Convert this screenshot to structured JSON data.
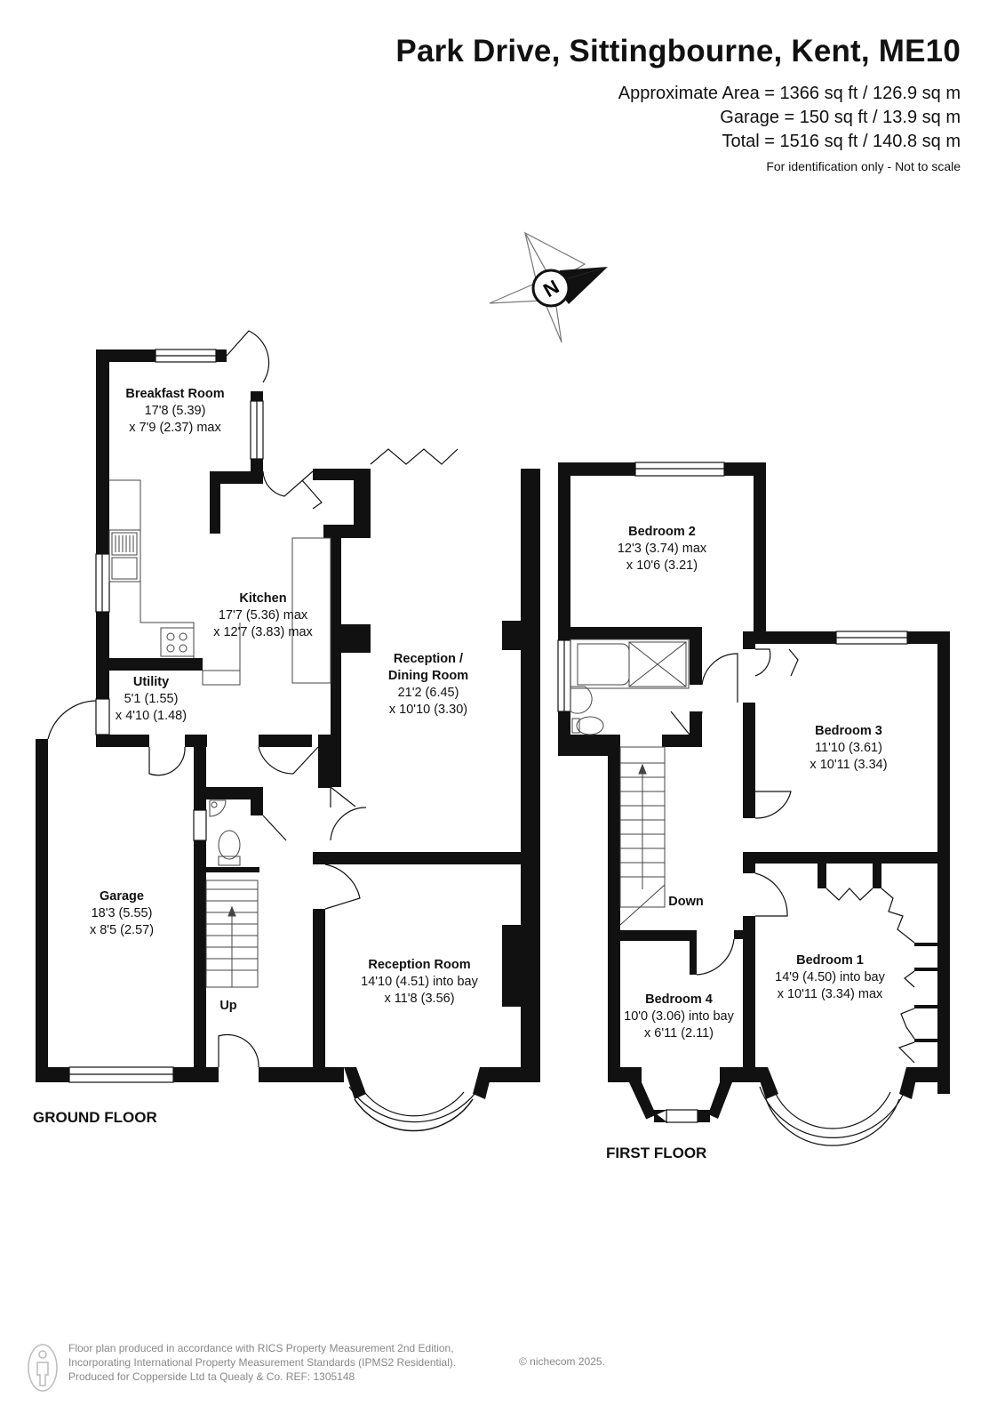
{
  "header": {
    "title": "Park Drive, Sittingbourne, Kent, ME10",
    "area_lines": [
      "Approximate Area = 1366 sq ft / 126.9 sq m",
      "Garage = 150 sq ft / 13.9 sq m",
      "Total = 1516 sq ft / 140.8 sq m"
    ],
    "disclaimer": "For identification only - Not to scale"
  },
  "compass": {
    "label": "N"
  },
  "ground_floor": {
    "label": "GROUND FLOOR",
    "stairs_label": "Up",
    "rooms": [
      {
        "name": "Breakfast Room",
        "dims": [
          "17'8 (5.39)",
          "x 7'9 (2.37) max"
        ]
      },
      {
        "name": "Kitchen",
        "dims": [
          "17'7 (5.36) max",
          "x 12'7 (3.83) max"
        ]
      },
      {
        "name": "Utility",
        "dims": [
          "5'1 (1.55)",
          "x 4'10 (1.48)"
        ]
      },
      {
        "name": "Reception /",
        "name2": "Dining Room",
        "dims": [
          "21'2 (6.45)",
          "x 10'10 (3.30)"
        ]
      },
      {
        "name": "Garage",
        "dims": [
          "18'3 (5.55)",
          "x 8'5 (2.57)"
        ]
      },
      {
        "name": "Reception Room",
        "dims": [
          "14'10 (4.51) into bay",
          "x 11'8 (3.56)"
        ]
      }
    ]
  },
  "first_floor": {
    "label": "FIRST FLOOR",
    "stairs_label": "Down",
    "rooms": [
      {
        "name": "Bedroom 2",
        "dims": [
          "12'3 (3.74) max",
          "x 10'6 (3.21)"
        ]
      },
      {
        "name": "Bedroom 3",
        "dims": [
          "11'10 (3.61)",
          "x 10'11 (3.34)"
        ]
      },
      {
        "name": "Bedroom 1",
        "dims": [
          "14'9 (4.50) into bay",
          "x 10'11 (3.34) max"
        ]
      },
      {
        "name": "Bedroom 4",
        "dims": [
          "10'0 (3.06) into bay",
          "x 6'11 (2.11)"
        ]
      }
    ]
  },
  "footer": {
    "lines": [
      "Floor plan produced in accordance with RICS Property Measurement 2nd Edition,",
      "Incorporating International Property Measurement Standards (IPMS2 Residential).",
      "Produced for Copperside Ltd ta Quealy & Co.   REF: 1305148"
    ],
    "copyright": "© nichecom 2025."
  }
}
